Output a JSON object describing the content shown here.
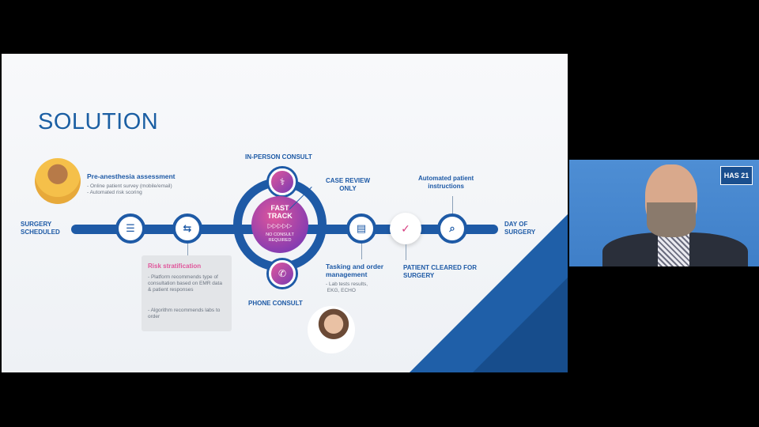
{
  "slide": {
    "title": "SOLUTION",
    "start_label": "SURGERY\nSCHEDULED",
    "end_label": "DAY OF\nSURGERY",
    "pre_anesthesia": {
      "heading": "Pre-anesthesia assessment",
      "items": [
        "- Online patient survey (mobile/email)",
        "- Automated risk scoring"
      ]
    },
    "risk": {
      "heading": "Risk stratification",
      "items": [
        "- Platform recommends type of consultation based on EMR data & patient responses",
        "- Algorithm recommends labs to order"
      ]
    },
    "in_person": "IN-PERSON CONSULT",
    "phone": "PHONE CONSULT",
    "case_review": "CASE REVIEW\nONLY",
    "fast_track": {
      "title": "FAST\nTRACK",
      "arrows": "▷▷▷▷▷",
      "subtitle": "NO CONSULT\nREQUIRED"
    },
    "tasking": {
      "heading": "Tasking and order\nmanagement",
      "items": [
        "- Lab tests results,\n EKG, ECHO"
      ]
    },
    "cleared": "PATIENT CLEARED FOR\nSURGERY",
    "automated": "Automated patient\ninstructions"
  },
  "webcam": {
    "badge": "HAS 21"
  },
  "icons": [
    "checklist-icon",
    "signpost-icon",
    "doctor-icon",
    "phone-icon",
    "clipboard-icon",
    "check-icon",
    "document-search-icon"
  ]
}
